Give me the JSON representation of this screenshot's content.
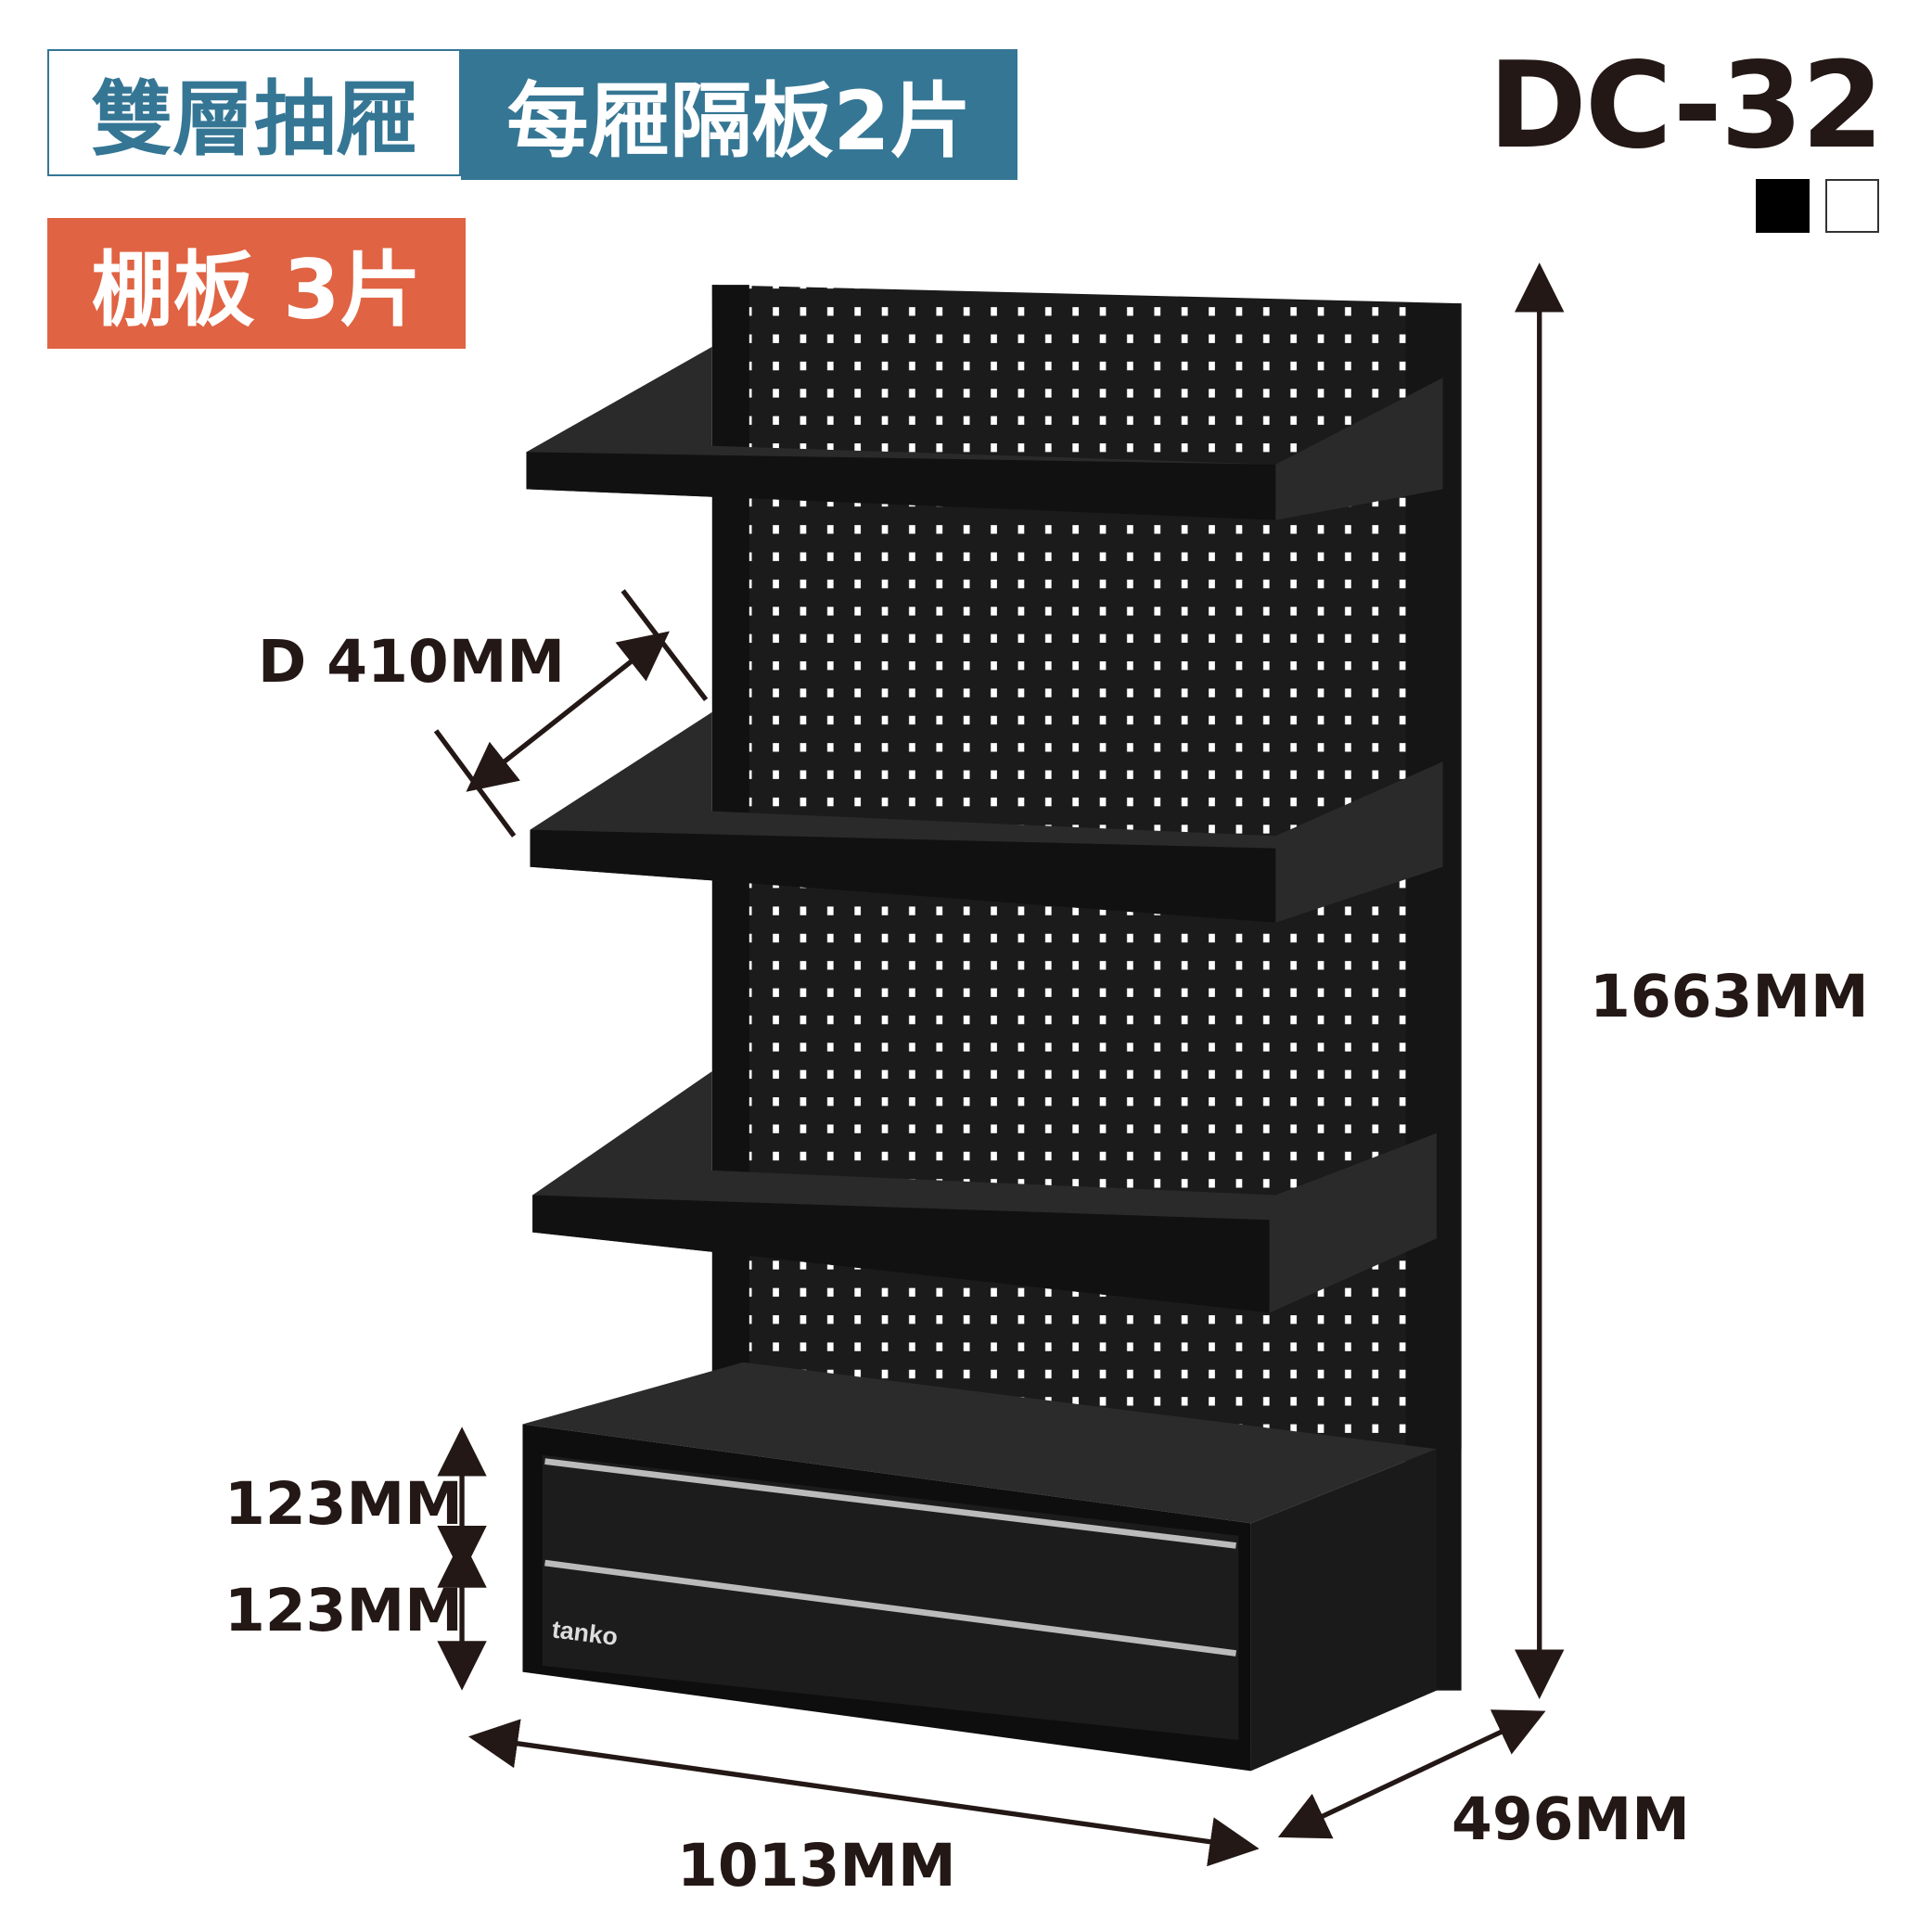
{
  "header": {
    "badge_left": "雙層抽屜",
    "badge_right": "每屜隔板2片",
    "badge_shelf": "棚板 3片",
    "model": "DC-32"
  },
  "colors": {
    "blue": "#357694",
    "orange": "#e06343",
    "swatches": [
      "#000000",
      "#ffffff"
    ]
  },
  "dimensions": {
    "depth_shelf": "D 410MM",
    "height": "1663MM",
    "drawer1": "123MM",
    "drawer2": "123MM",
    "width": "1013MM",
    "depth": "496MM"
  },
  "product": {
    "brand": "tanko"
  }
}
